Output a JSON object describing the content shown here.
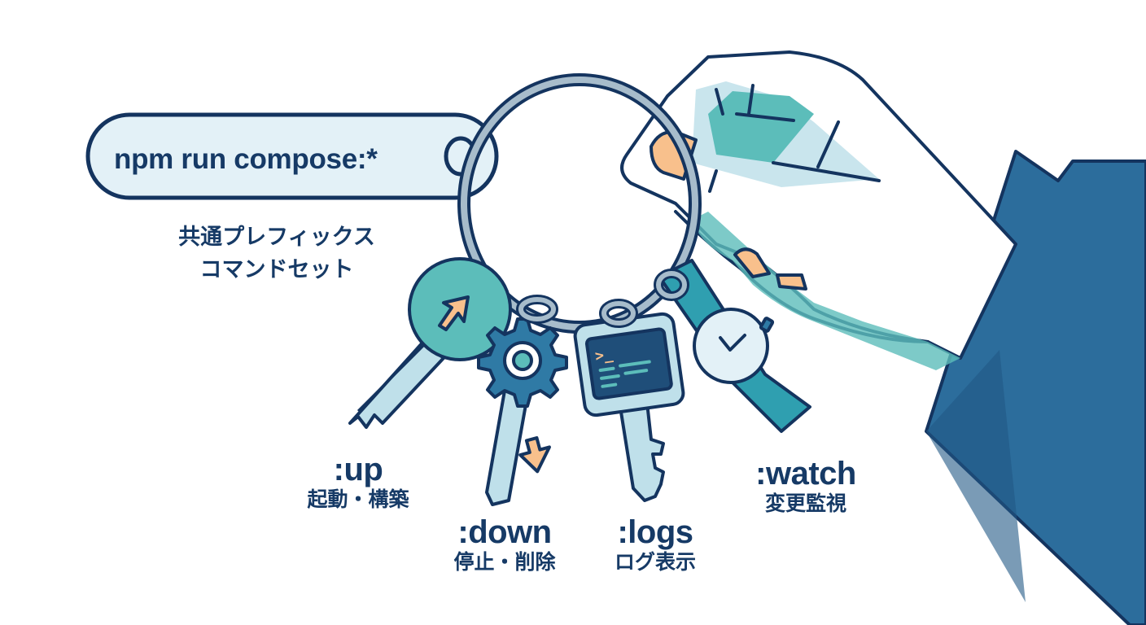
{
  "tag": {
    "command": "npm run compose:*",
    "caption_line1": "共通プレフィックス",
    "caption_line2": "コマンドセット"
  },
  "keys": [
    {
      "id": "up",
      "command": ":up",
      "description": "起動・構築",
      "icon": "arrow-up-right-icon"
    },
    {
      "id": "down",
      "command": ":down",
      "description": "停止・削除",
      "icon": "gear-icon"
    },
    {
      "id": "logs",
      "command": ":logs",
      "description": "ログ表示",
      "icon": "terminal-icon"
    },
    {
      "id": "watch",
      "command": ":watch",
      "description": "変更監視",
      "icon": "watch-icon"
    }
  ],
  "terminal": {
    "prompt": ">_"
  },
  "colors": {
    "outline": "#14345f",
    "tag_fill": "#e3f1f7",
    "ring": "#a7bccb",
    "teal": "#5cbdba",
    "blue": "#2f7aa5",
    "key_light": "#bfe0ea",
    "orange": "#f8c08c",
    "sleeve": "#2c6d9c"
  }
}
